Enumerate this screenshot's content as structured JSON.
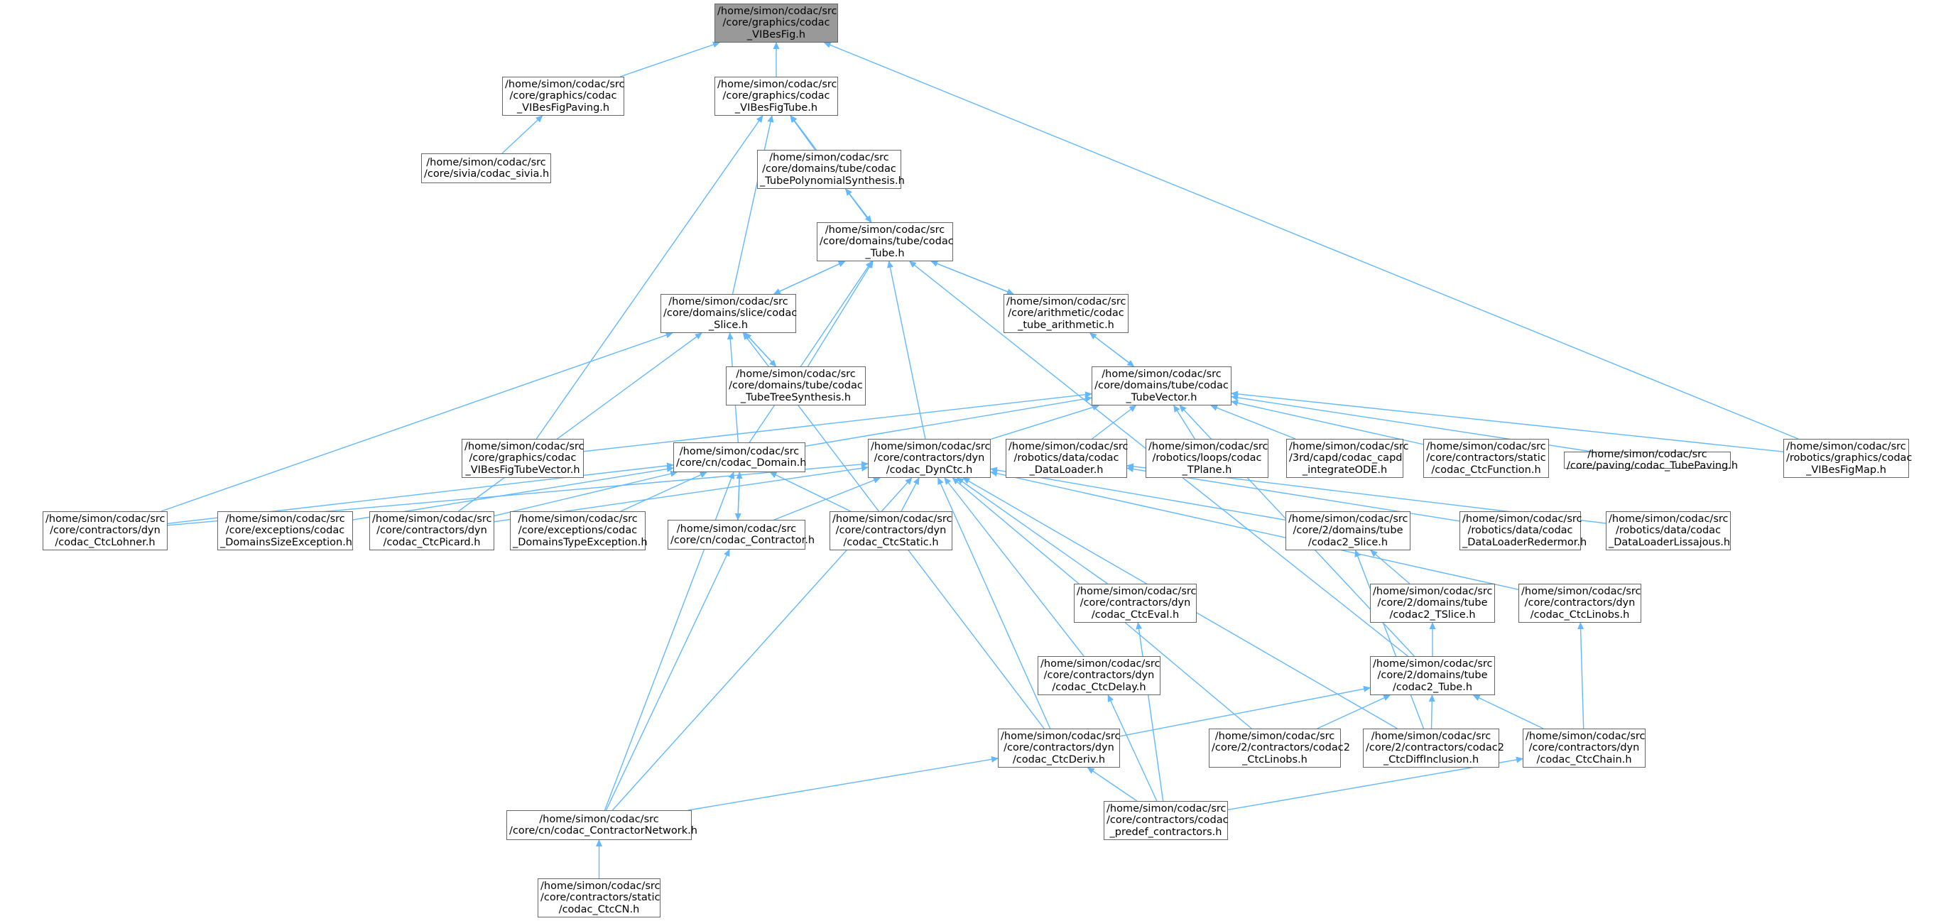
{
  "colors": {
    "edge": "#63b8ff",
    "node_border": "#666666",
    "root_fill": "#999999",
    "node_fill": "#ffffff"
  },
  "diagram": {
    "nodes": [
      {
        "id": "vibesfig",
        "lines": [
          "/home/simon/codac/src",
          "/core/graphics/codac",
          "_VIBesFig.h"
        ],
        "root": true
      },
      {
        "id": "vibesfigpaving",
        "lines": [
          "/home/simon/codac/src",
          "/core/graphics/codac",
          "_VIBesFigPaving.h"
        ]
      },
      {
        "id": "vibesfigtube",
        "lines": [
          "/home/simon/codac/src",
          "/core/graphics/codac",
          "_VIBesFigTube.h"
        ]
      },
      {
        "id": "sivia",
        "lines": [
          "/home/simon/codac/src",
          "/core/sivia/codac_sivia.h"
        ]
      },
      {
        "id": "tubepolysynth",
        "lines": [
          "/home/simon/codac/src",
          "/core/domains/tube/codac",
          "_TubePolynomialSynthesis.h"
        ]
      },
      {
        "id": "tube",
        "lines": [
          "/home/simon/codac/src",
          "/core/domains/tube/codac",
          "_Tube.h"
        ]
      },
      {
        "id": "slice",
        "lines": [
          "/home/simon/codac/src",
          "/core/domains/slice/codac",
          "_Slice.h"
        ]
      },
      {
        "id": "tubearith",
        "lines": [
          "/home/simon/codac/src",
          "/core/arithmetic/codac",
          "_tube_arithmetic.h"
        ]
      },
      {
        "id": "tubetreesynth",
        "lines": [
          "/home/simon/codac/src",
          "/core/domains/tube/codac",
          "_TubeTreeSynthesis.h"
        ]
      },
      {
        "id": "tubevector",
        "lines": [
          "/home/simon/codac/src",
          "/core/domains/tube/codac",
          "_TubeVector.h"
        ]
      },
      {
        "id": "vibesfigtubevector",
        "lines": [
          "/home/simon/codac/src",
          "/core/graphics/codac",
          "_VIBesFigTubeVector.h"
        ]
      },
      {
        "id": "domain",
        "lines": [
          "/home/simon/codac/src",
          "/core/cn/codac_Domain.h"
        ]
      },
      {
        "id": "dynctc",
        "lines": [
          "/home/simon/codac/src",
          "/core/contractors/dyn",
          "/codac_DynCtc.h"
        ]
      },
      {
        "id": "dataloader",
        "lines": [
          "/home/simon/codac/src",
          "/robotics/data/codac",
          "_DataLoader.h"
        ]
      },
      {
        "id": "tplane",
        "lines": [
          "/home/simon/codac/src",
          "/robotics/loops/codac",
          "_TPlane.h"
        ]
      },
      {
        "id": "capd",
        "lines": [
          "/home/simon/codac/src",
          "/3rd/capd/codac_capd",
          "_integrateODE.h"
        ]
      },
      {
        "id": "ctcfunction",
        "lines": [
          "/home/simon/codac/src",
          "/core/contractors/static",
          "/codac_CtcFunction.h"
        ]
      },
      {
        "id": "tubepaving",
        "lines": [
          "/home/simon/codac/src",
          "/core/paving/codac_TubePaving.h"
        ]
      },
      {
        "id": "vibesfigmap",
        "lines": [
          "/home/simon/codac/src",
          "/robotics/graphics/codac",
          "_VIBesFigMap.h"
        ]
      },
      {
        "id": "ctclohner",
        "lines": [
          "/home/simon/codac/src",
          "/core/contractors/dyn",
          "/codac_CtcLohner.h"
        ]
      },
      {
        "id": "domsizeexc",
        "lines": [
          "/home/simon/codac/src",
          "/core/exceptions/codac",
          "_DomainsSizeException.h"
        ]
      },
      {
        "id": "ctcpicard",
        "lines": [
          "/home/simon/codac/src",
          "/core/contractors/dyn",
          "/codac_CtcPicard.h"
        ]
      },
      {
        "id": "domtypeexc",
        "lines": [
          "/home/simon/codac/src",
          "/core/exceptions/codac",
          "_DomainsTypeException.h"
        ]
      },
      {
        "id": "contractor",
        "lines": [
          "/home/simon/codac/src",
          "/core/cn/codac_Contractor.h"
        ]
      },
      {
        "id": "ctcstatic",
        "lines": [
          "/home/simon/codac/src",
          "/core/contractors/dyn",
          "/codac_CtcStatic.h"
        ]
      },
      {
        "id": "c2slice",
        "lines": [
          "/home/simon/codac/src",
          "/core/2/domains/tube",
          "/codac2_Slice.h"
        ]
      },
      {
        "id": "redermor",
        "lines": [
          "/home/simon/codac/src",
          "/robotics/data/codac",
          "_DataLoaderRedermor.h"
        ]
      },
      {
        "id": "lissajous",
        "lines": [
          "/home/simon/codac/src",
          "/robotics/data/codac",
          "_DataLoaderLissajous.h"
        ]
      },
      {
        "id": "ctceval",
        "lines": [
          "/home/simon/codac/src",
          "/core/contractors/dyn",
          "/codac_CtcEval.h"
        ]
      },
      {
        "id": "c2tslice",
        "lines": [
          "/home/simon/codac/src",
          "/core/2/domains/tube",
          "/codac2_TSlice.h"
        ]
      },
      {
        "id": "ctclinobs",
        "lines": [
          "/home/simon/codac/src",
          "/core/contractors/dyn",
          "/codac_CtcLinobs.h"
        ]
      },
      {
        "id": "ctcdelay",
        "lines": [
          "/home/simon/codac/src",
          "/core/contractors/dyn",
          "/codac_CtcDelay.h"
        ]
      },
      {
        "id": "c2tube",
        "lines": [
          "/home/simon/codac/src",
          "/core/2/domains/tube",
          "/codac2_Tube.h"
        ]
      },
      {
        "id": "ctcderiv",
        "lines": [
          "/home/simon/codac/src",
          "/core/contractors/dyn",
          "/codac_CtcDeriv.h"
        ]
      },
      {
        "id": "c2linobs",
        "lines": [
          "/home/simon/codac/src",
          "/core/2/contractors/codac2",
          "_CtcLinobs.h"
        ]
      },
      {
        "id": "c2diffincl",
        "lines": [
          "/home/simon/codac/src",
          "/core/2/contractors/codac2",
          "_CtcDiffInclusion.h"
        ]
      },
      {
        "id": "ctcchain",
        "lines": [
          "/home/simon/codac/src",
          "/core/contractors/dyn",
          "/codac_CtcChain.h"
        ]
      },
      {
        "id": "cnetwork",
        "lines": [
          "/home/simon/codac/src",
          "/core/cn/codac_ContractorNetwork.h"
        ]
      },
      {
        "id": "predef",
        "lines": [
          "/home/simon/codac/src",
          "/core/contractors/codac",
          "_predef_contractors.h"
        ]
      },
      {
        "id": "ctccn",
        "lines": [
          "/home/simon/codac/src",
          "/core/contractors/static",
          "/codac_CtcCN.h"
        ]
      }
    ],
    "edges": [
      [
        "vibesfigpaving",
        "vibesfig"
      ],
      [
        "vibesfigtube",
        "vibesfig"
      ],
      [
        "vibesfigmap",
        "vibesfig"
      ],
      [
        "sivia",
        "vibesfigpaving"
      ],
      [
        "tubepolysynth",
        "vibesfigtube"
      ],
      [
        "tube",
        "vibesfigtube"
      ],
      [
        "slice",
        "vibesfigtube"
      ],
      [
        "vibesfigtubevector",
        "vibesfigtube"
      ],
      [
        "tube",
        "tubepolysynth"
      ],
      [
        "tubepolysynth",
        "tube"
      ],
      [
        "slice",
        "tube"
      ],
      [
        "tube",
        "slice"
      ],
      [
        "tubearith",
        "tube"
      ],
      [
        "tube",
        "tubearith"
      ],
      [
        "tubetreesynth",
        "tube"
      ],
      [
        "domain",
        "tube"
      ],
      [
        "dynctc",
        "tube"
      ],
      [
        "c2tube",
        "tube"
      ],
      [
        "tubevector",
        "tubearith"
      ],
      [
        "tubearith",
        "tubevector"
      ],
      [
        "tubetreesynth",
        "slice"
      ],
      [
        "slice",
        "tubetreesynth"
      ],
      [
        "domain",
        "slice"
      ],
      [
        "ctclohner",
        "slice"
      ],
      [
        "ctcpicard",
        "slice"
      ],
      [
        "ctcderiv",
        "slice"
      ],
      [
        "vibesfigtubevector",
        "tubevector"
      ],
      [
        "domain",
        "tubevector"
      ],
      [
        "dynctc",
        "tubevector"
      ],
      [
        "dataloader",
        "tubevector"
      ],
      [
        "tplane",
        "tubevector"
      ],
      [
        "capd",
        "tubevector"
      ],
      [
        "ctcfunction",
        "tubevector"
      ],
      [
        "tubepaving",
        "tubevector"
      ],
      [
        "vibesfigmap",
        "tubevector"
      ],
      [
        "c2tube",
        "tubevector"
      ],
      [
        "ctclohner",
        "domain"
      ],
      [
        "domsizeexc",
        "domain"
      ],
      [
        "ctcpicard",
        "domain"
      ],
      [
        "domtypeexc",
        "domain"
      ],
      [
        "contractor",
        "domain"
      ],
      [
        "domain",
        "contractor"
      ],
      [
        "ctcstatic",
        "domain"
      ],
      [
        "cnetwork",
        "domain"
      ],
      [
        "ctclohner",
        "dynctc"
      ],
      [
        "ctcpicard",
        "dynctc"
      ],
      [
        "contractor",
        "dynctc"
      ],
      [
        "ctcstatic",
        "dynctc"
      ],
      [
        "c2slice",
        "dynctc"
      ],
      [
        "ctceval",
        "dynctc"
      ],
      [
        "ctclinobs",
        "dynctc"
      ],
      [
        "ctcdelay",
        "dynctc"
      ],
      [
        "ctcderiv",
        "dynctc"
      ],
      [
        "c2linobs",
        "dynctc"
      ],
      [
        "c2diffincl",
        "dynctc"
      ],
      [
        "cnetwork",
        "dynctc"
      ],
      [
        "redermor",
        "dataloader"
      ],
      [
        "lissajous",
        "dataloader"
      ],
      [
        "c2tslice",
        "c2slice"
      ],
      [
        "c2diffincl",
        "c2slice"
      ],
      [
        "c2tube",
        "c2tslice"
      ],
      [
        "ctcchain",
        "ctclinobs"
      ],
      [
        "ctcderiv",
        "c2tube"
      ],
      [
        "c2linobs",
        "c2tube"
      ],
      [
        "c2diffincl",
        "c2tube"
      ],
      [
        "ctcchain",
        "c2tube"
      ],
      [
        "cnetwork",
        "ctcderiv"
      ],
      [
        "predef",
        "ctcderiv"
      ],
      [
        "predef",
        "ctceval"
      ],
      [
        "predef",
        "ctcdelay"
      ],
      [
        "predef",
        "ctcchain"
      ],
      [
        "cnetwork",
        "contractor"
      ],
      [
        "ctccn",
        "cnetwork"
      ]
    ]
  }
}
